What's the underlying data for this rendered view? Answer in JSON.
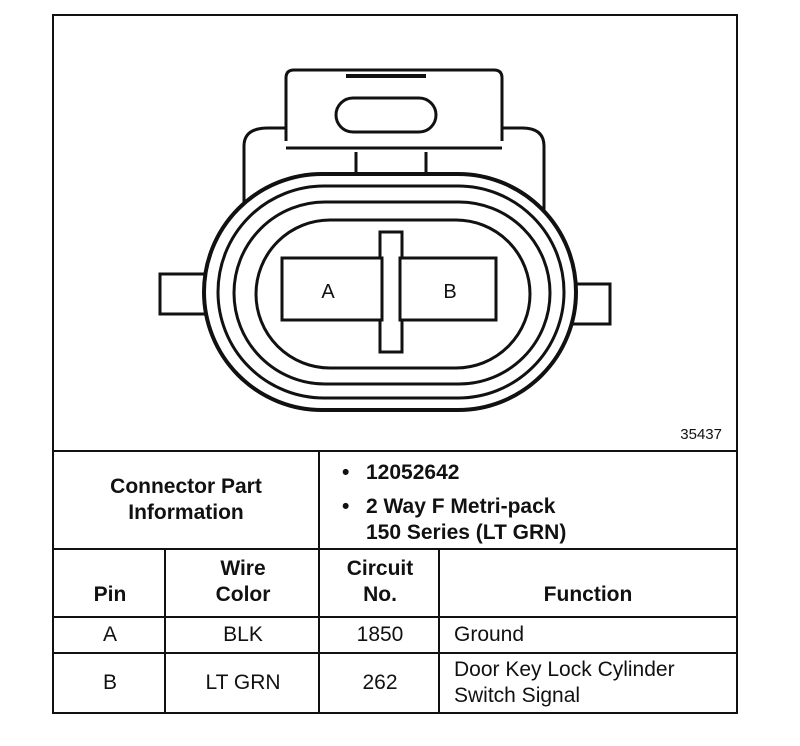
{
  "figure_number": "35437",
  "connector": {
    "pin_labels": [
      "A",
      "B"
    ]
  },
  "part_info": {
    "label_line1": "Connector Part",
    "label_line2": "Information",
    "items": [
      {
        "line1": "12052642",
        "line2": ""
      },
      {
        "line1": "2 Way F Metri-pack",
        "line2": "150 Series (LT GRN)"
      }
    ]
  },
  "table": {
    "headers": {
      "pin": "Pin",
      "wire_color_line1": "Wire",
      "wire_color_line2": "Color",
      "circuit_line1": "Circuit",
      "circuit_line2": "No.",
      "function": "Function"
    },
    "rows": [
      {
        "pin": "A",
        "wire_color": "BLK",
        "circuit": "1850",
        "function_line1": "Ground",
        "function_line2": ""
      },
      {
        "pin": "B",
        "wire_color": "LT GRN",
        "circuit": "262",
        "function_line1": "Door Key Lock Cylinder",
        "function_line2": "Switch Signal"
      }
    ]
  }
}
